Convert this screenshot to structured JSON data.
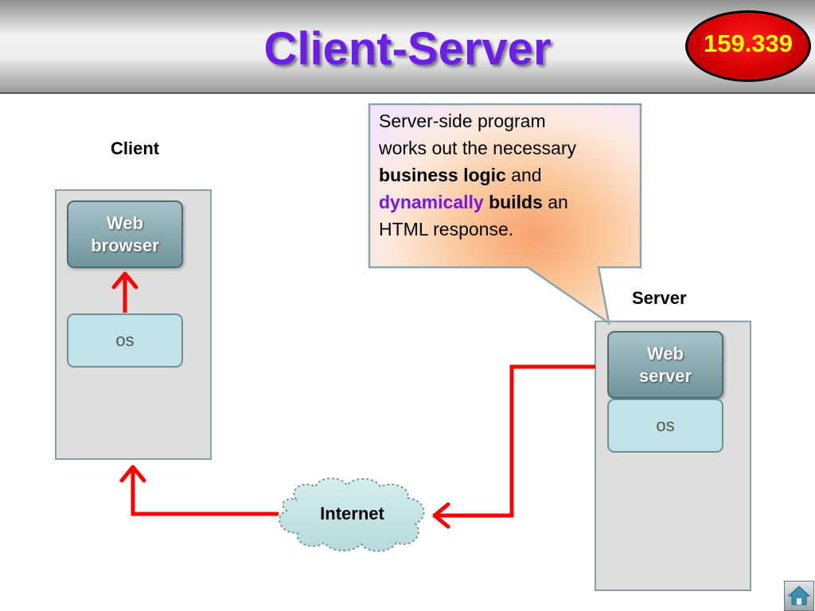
{
  "header": {
    "title": "Client-Server",
    "course_badge": "159.339"
  },
  "client": {
    "label": "Client",
    "app": "Web\nbrowser",
    "os": "os"
  },
  "server": {
    "label": "Server",
    "app": "Web\nserver",
    "os": "os"
  },
  "network": {
    "label": "Internet"
  },
  "callout": {
    "line1": "Server-side program",
    "line2": "works out the necessary",
    "line3_bold": "business logic",
    "line3_rest": " and",
    "line4_purple": "dynamically",
    "line4_bold": "builds",
    "line4_rest": " an",
    "line5": "HTML response."
  },
  "colors": {
    "title": "#6a1ee8",
    "badge_fill": "#d60000",
    "badge_text": "#ffff00",
    "arrow": "#ff0000",
    "app_box": "#7fa3aa",
    "os_box": "#bfe3e6",
    "machine": "#dedede",
    "cloud": "#c6e4e6",
    "emphasis": "#7a18d8"
  },
  "icons": {
    "nav": "home-icon"
  }
}
